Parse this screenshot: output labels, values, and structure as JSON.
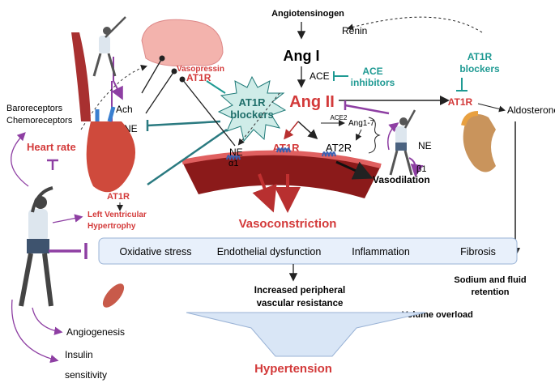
{
  "colors": {
    "red": "#d33a3a",
    "teal": "#1f9a93",
    "purple": "#8e3fa3",
    "box": "#e8f0fb",
    "vessel": "#8b1a1a"
  },
  "raas": {
    "angiotensinogen": "Angiotensinogen",
    "renin": "Renin",
    "ang1": "Ang I",
    "ace": "ACE",
    "ace_inhibitors": [
      "ACE",
      "inhibitors"
    ],
    "ang2": "Ang II",
    "ace2": "ACE2",
    "ang17": "Ang1-7",
    "at1r_vessel": "AT1R",
    "at2r": "AT2R",
    "vasodilation": "Vasodilation",
    "vasoconstriction": "Vasoconstriction"
  },
  "kidney": {
    "blockers": [
      "AT1R",
      "blockers"
    ],
    "at1r": "AT1R",
    "aldosterone": "Aldosterone",
    "ne": "NE",
    "beta1": "β1",
    "sodium": [
      "Sodium and fluid",
      "retention"
    ],
    "volume": "Volume overload"
  },
  "brain": {
    "vasopressin": "Vasopressin",
    "at1r": "AT1R",
    "blockers": [
      "AT1R",
      "blockers"
    ]
  },
  "nerves": {
    "ach": "Ach",
    "ne_heart": "NE",
    "ne_vessel": "NE",
    "alpha1": "α1"
  },
  "left": {
    "baroreceptors": "Baroreceptors",
    "chemoreceptors": "Chemoreceptors",
    "heart_rate": "Heart rate",
    "heart_at1r": "AT1R",
    "lvh": [
      "Left Ventricular",
      "Hypertrophy"
    ],
    "angiogenesis": "Angiogenesis",
    "insulin": [
      "Insulin",
      "sensitivity"
    ]
  },
  "box_items": [
    "Oxidative stress",
    "Endothelial dysfunction",
    "Inflammation",
    "Fibrosis"
  ],
  "resistance": [
    "Increased peripheral",
    "vascular resistance"
  ],
  "outcome": "Hypertension"
}
